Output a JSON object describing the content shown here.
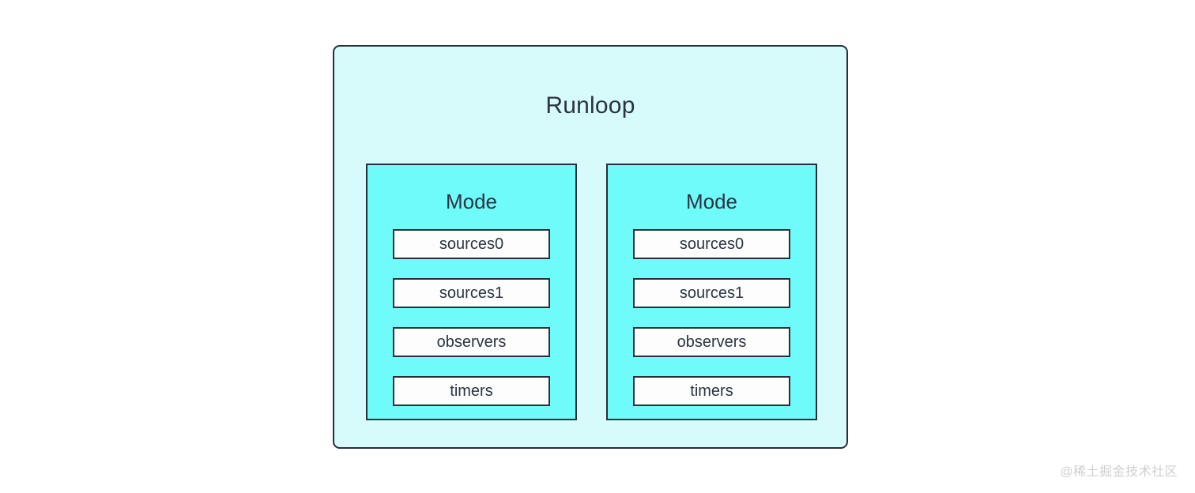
{
  "diagram": {
    "title": "Runloop",
    "colors": {
      "canvas_background": "#ffffff",
      "runloop_fill": "#d6fbfa",
      "mode_fill": "#70fbfb",
      "item_fill": "#fdfdfd",
      "border": "#262f3b",
      "text": "#2b3440",
      "watermark_text": "#cfcfcf"
    },
    "modes": [
      {
        "title": "Mode",
        "items": [
          {
            "label": "sources0"
          },
          {
            "label": "sources1"
          },
          {
            "label": "observers"
          },
          {
            "label": "timers"
          }
        ]
      },
      {
        "title": "Mode",
        "items": [
          {
            "label": "sources0"
          },
          {
            "label": "sources1"
          },
          {
            "label": "observers"
          },
          {
            "label": "timers"
          }
        ]
      }
    ]
  },
  "watermark": {
    "text": "@稀土掘金技术社区"
  }
}
